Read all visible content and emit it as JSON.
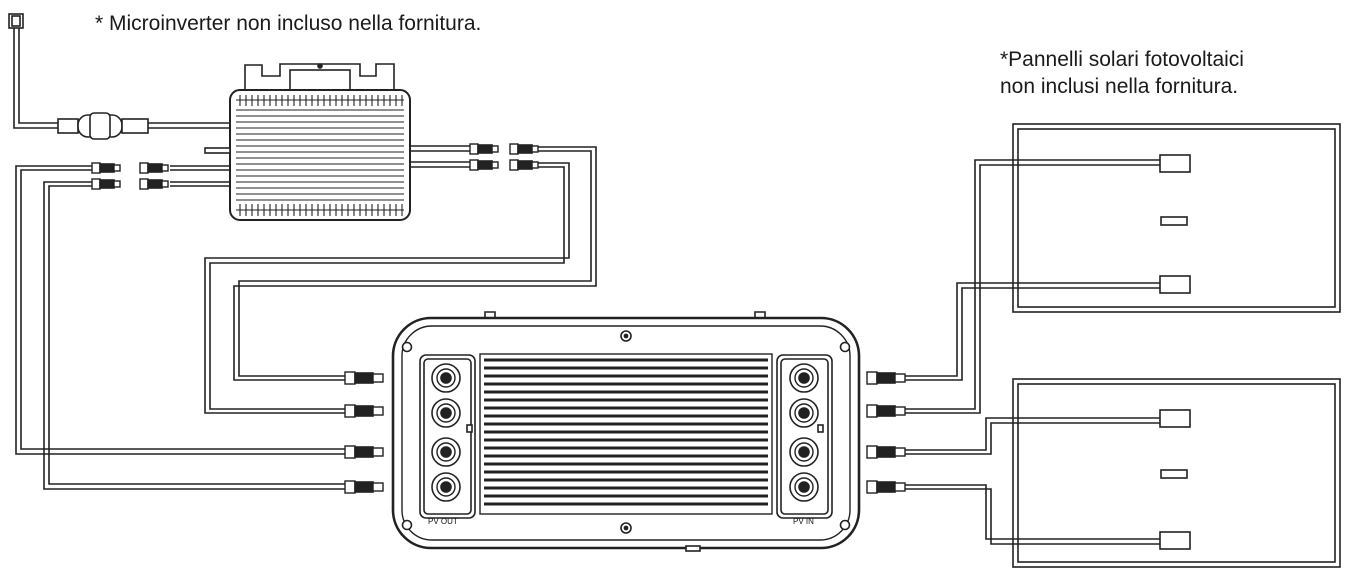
{
  "notes": {
    "microinverter": "* Microinverter non incluso nella fornitura.",
    "panels_line1": "*Pannelli solari fotovoltaici",
    "panels_line2": "non inclusi nella fornitura."
  },
  "labels": {
    "pv_out": "PV OUT",
    "pv_in": "PV IN"
  },
  "colors": {
    "line": "#222222",
    "background": "#ffffff"
  }
}
